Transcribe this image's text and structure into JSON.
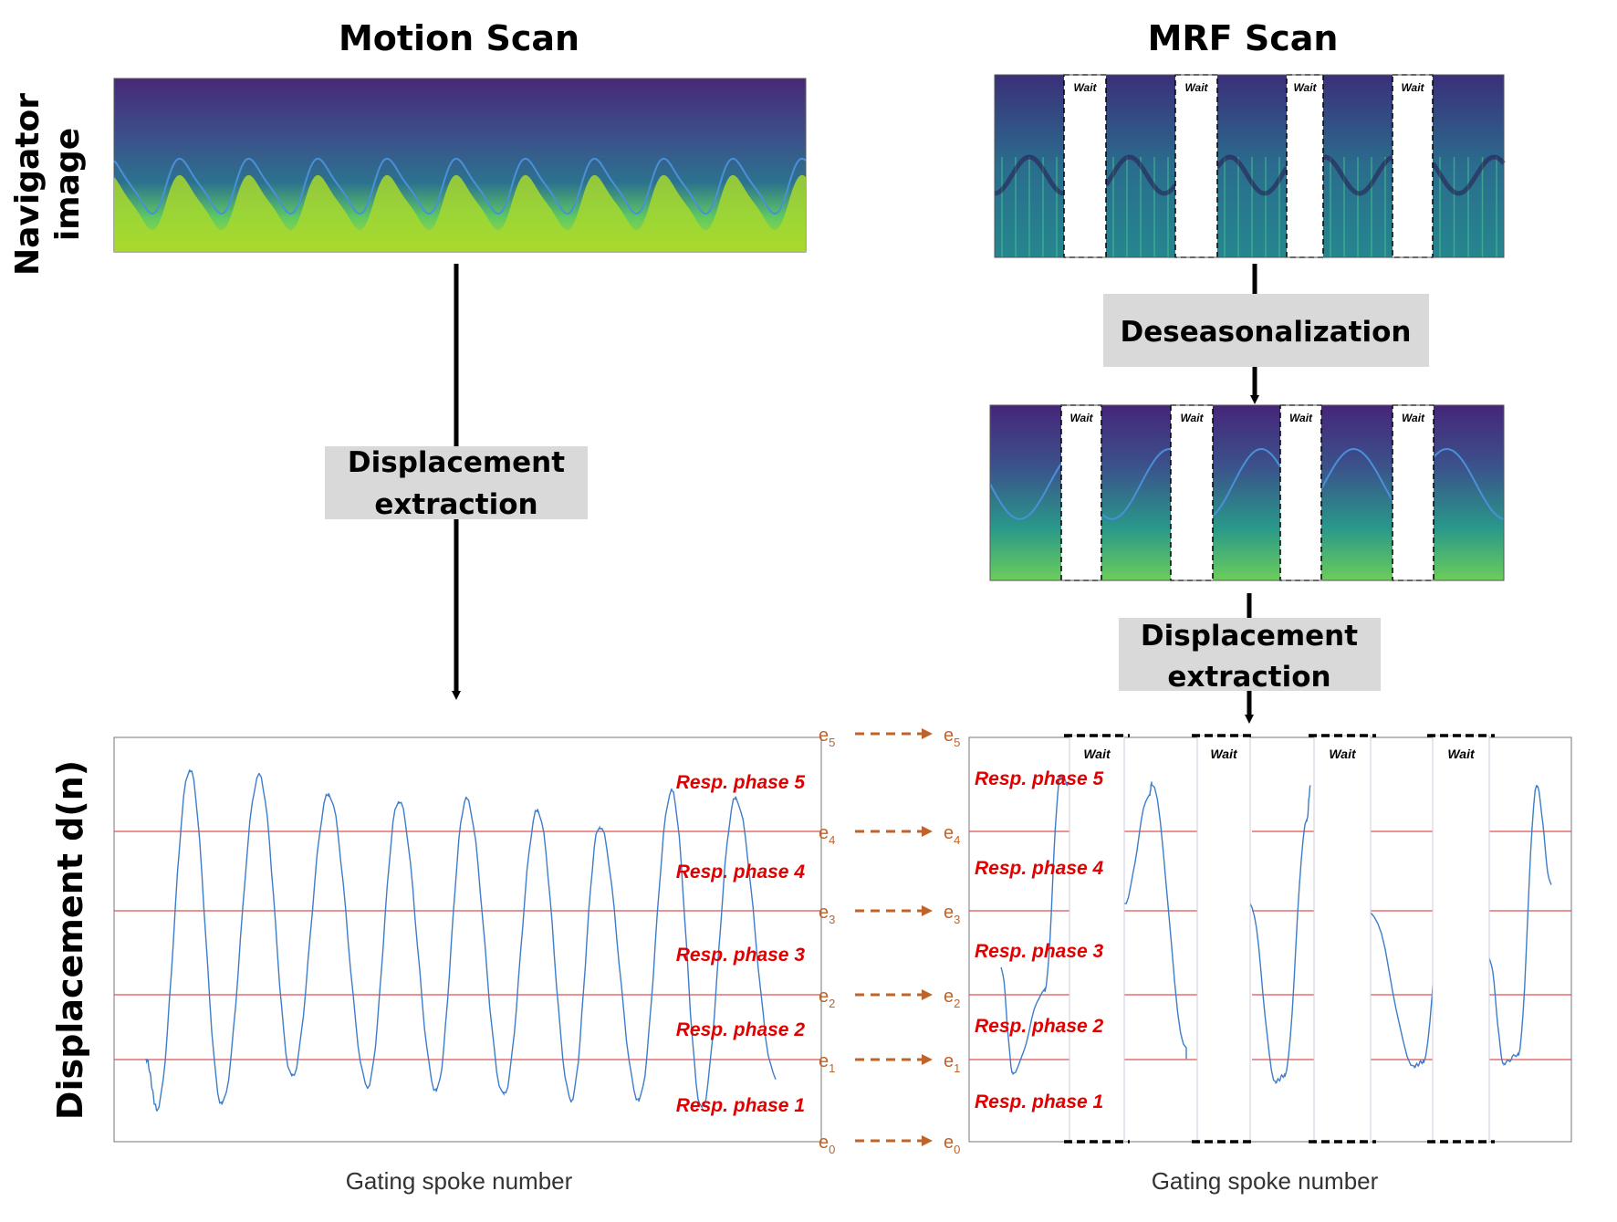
{
  "panels": {
    "left_title": "Motion Scan",
    "right_title": "MRF Scan"
  },
  "row_labels": {
    "navigator_line1": "Navigator",
    "navigator_line2": "image",
    "displacement": "Displacement d(n)"
  },
  "process_boxes": {
    "displacement_extraction_line1": "Displacement",
    "displacement_extraction_line2": "extraction",
    "deseasonalization": "Deseasonalization"
  },
  "wait_label": "Wait",
  "x_axis_label": "Gating spoke number",
  "thresholds": [
    {
      "base": "e",
      "sub": "0"
    },
    {
      "base": "e",
      "sub": "1"
    },
    {
      "base": "e",
      "sub": "2"
    },
    {
      "base": "e",
      "sub": "3"
    },
    {
      "base": "e",
      "sub": "4"
    },
    {
      "base": "e",
      "sub": "5"
    }
  ],
  "phases": [
    "Resp. phase 1",
    "Resp. phase 2",
    "Resp. phase 3",
    "Resp. phase 4",
    "Resp. phase 5"
  ],
  "colors": {
    "signal": "#3d7dc9",
    "threshold": "#e05050",
    "phase_text": "#e00000",
    "mapping_arrow": "#c0632a",
    "box_fill": "#d9d9d9",
    "heat_low": "#440154",
    "heat_mid": "#21918c",
    "heat_high": "#bddf26"
  }
}
